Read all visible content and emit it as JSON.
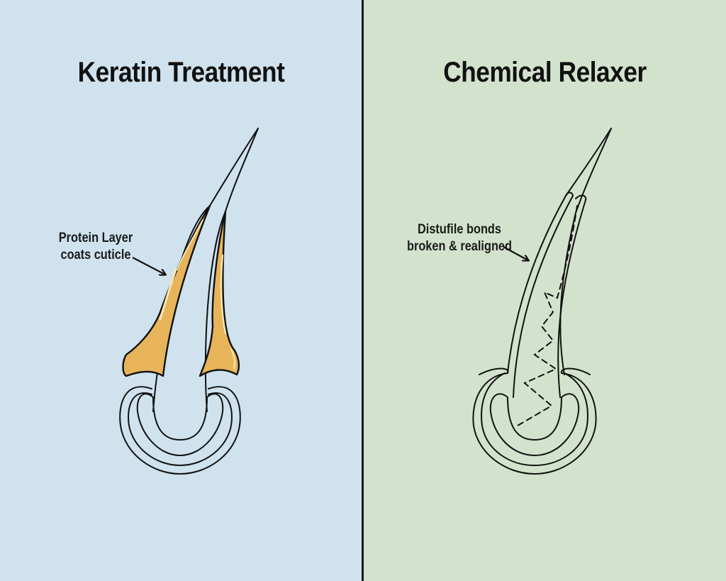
{
  "colors": {
    "left_background": "#cfe2ee",
    "right_background": "#d3e2cc",
    "divider": "#141a1a",
    "protein_layer": "#e8b45a",
    "protein_highlight": "#fbe7b4",
    "outline": "#111111"
  },
  "left_panel": {
    "title": "Keratin Treatment",
    "annotation": {
      "line1": "Protein Layer",
      "line2": "coats cuticle"
    },
    "icons": [
      "arrow-icon",
      "hair-follicle-icon"
    ]
  },
  "right_panel": {
    "title": "Chemical Relaxer",
    "annotation": {
      "line1": "Distufile bonds",
      "line2": "broken & realigned"
    },
    "icons": [
      "arrow-icon",
      "hair-follicle-icon",
      "disulfide-bond-dashed-line"
    ]
  }
}
